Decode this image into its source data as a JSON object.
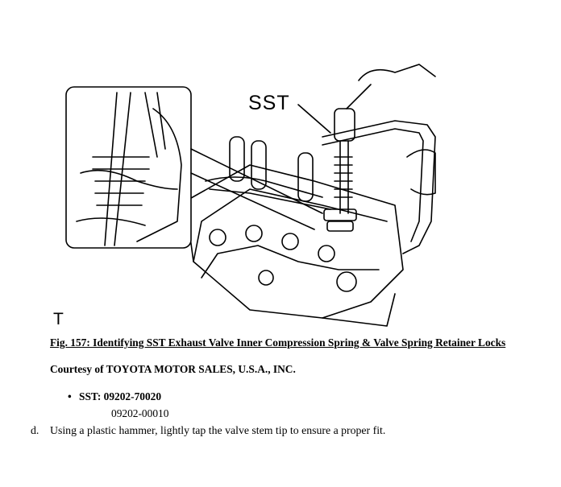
{
  "figure": {
    "callout_label": "SST",
    "corner_mark": "T"
  },
  "caption": {
    "title": "Fig. 157: Identifying SST Exhaust Valve Inner Compression Spring & Valve Spring Retainer Locks",
    "courtesy": "Courtesy of TOYOTA MOTOR SALES, U.S.A., INC."
  },
  "sst": {
    "label": "SST: 09202-70020",
    "second_number": "09202-00010"
  },
  "step": {
    "letter": "d.",
    "text": "Using a plastic hammer, lightly tap the valve stem tip to ensure a proper fit."
  }
}
